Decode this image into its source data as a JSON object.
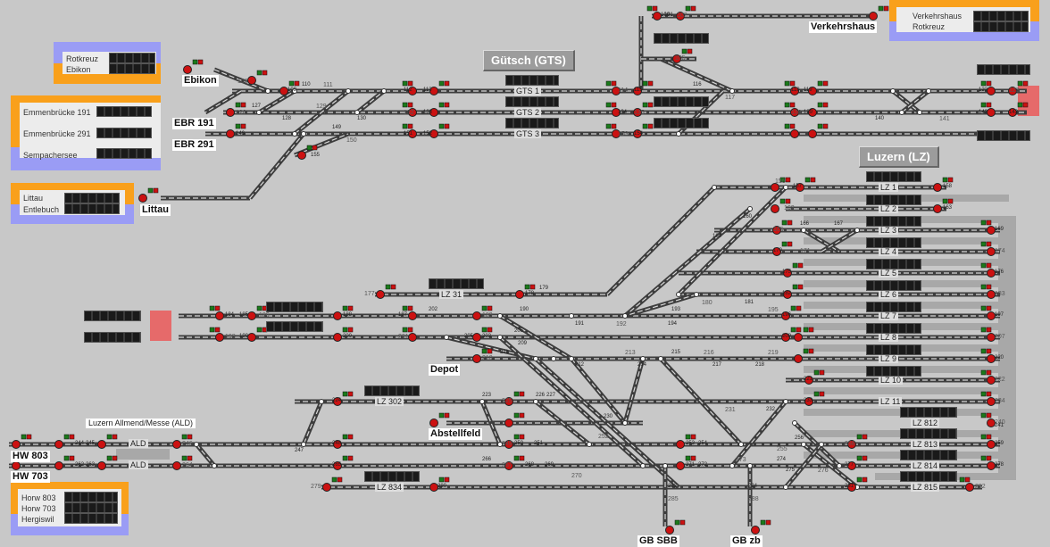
{
  "colors": {
    "background": "#c8c8c8",
    "track": "#3d3d3d",
    "signal_red": "#cc1111",
    "signal_green": "#1b7a1b",
    "panel_orange": "#f9a01b",
    "panel_blue": "#9a9cf5",
    "block_black": "#1a1a1a",
    "buffer_red": "#e66a6a",
    "platform_grey": "#a8a8a8"
  },
  "stations": {
    "gutsch": "Gütsch (GTS)",
    "luzern": "Luzern (LZ)"
  },
  "panels": {
    "rotkreuz_ebikon": [
      "Rotkreuz",
      "Ebikon"
    ],
    "emmenbruecke": [
      "Emmenbrücke 191",
      "Emmenbrücke 291",
      "Sempachersee"
    ],
    "littau": [
      "Littau",
      "Entlebuch"
    ],
    "verkehrshaus": [
      "Verkehrshaus",
      "Rotkreuz"
    ],
    "horw": [
      "Horw 803",
      "Horw 703",
      "Hergiswil"
    ]
  },
  "endpoints": {
    "ebikon": "Ebikon",
    "ebr191": "EBR 191",
    "ebr291": "EBR 291",
    "littau": "Littau",
    "verkehrshaus": "Verkehrshaus",
    "hw803": "HW 803",
    "hw703": "HW 703",
    "gbsbb": "GB SBB",
    "gbzb": "GB zb",
    "depot": "Depot",
    "abstellfeld": "Abstellfeld"
  },
  "track_labels": {
    "gts1": "GTS 1",
    "gts2": "GTS 2",
    "gts3": "GTS 3",
    "lz31": "LZ 31",
    "lz302": "LZ 302",
    "lz834": "LZ 834",
    "ald1": "ALD",
    "ald2": "ALD",
    "ald_full": "Luzern Allmend/Messe (ALD)",
    "lz_tracks": [
      "LZ 1",
      "LZ 2",
      "LZ 3",
      "LZ 4",
      "LZ 5",
      "LZ 6",
      "LZ 7",
      "LZ 8",
      "LZ 9",
      "LZ 10",
      "LZ 11"
    ],
    "lz8xx": [
      "LZ 812",
      "LZ 813",
      "LZ 814",
      "LZ 815"
    ]
  },
  "signal_numbers": [
    "100",
    "101",
    "102",
    "105",
    "108",
    "109",
    "110",
    "111",
    "112",
    "113",
    "114",
    "115",
    "116",
    "117",
    "118",
    "119",
    "122",
    "123",
    "126",
    "127",
    "128",
    "129",
    "130",
    "132",
    "133",
    "134",
    "135",
    "136",
    "137",
    "138",
    "139",
    "140",
    "141",
    "142",
    "143",
    "146",
    "149",
    "150",
    "151",
    "152",
    "153",
    "154",
    "155",
    "156",
    "157",
    "158",
    "160",
    "162",
    "163",
    "164",
    "165",
    "166",
    "167",
    "169",
    "170",
    "171",
    "174",
    "175",
    "176",
    "177",
    "178",
    "179",
    "180",
    "181",
    "182",
    "183",
    "184",
    "185",
    "186",
    "187",
    "188",
    "189",
    "190",
    "191",
    "192",
    "193",
    "194",
    "195",
    "196",
    "197",
    "198",
    "199",
    "200",
    "201",
    "202",
    "203",
    "205",
    "206",
    "207",
    "208",
    "209",
    "210",
    "211",
    "212",
    "213",
    "214",
    "215",
    "216",
    "217",
    "218",
    "219",
    "220",
    "221",
    "222",
    "223",
    "224",
    "225",
    "226",
    "227",
    "230",
    "231",
    "232",
    "233",
    "234",
    "240",
    "241",
    "244",
    "245",
    "246",
    "247",
    "248",
    "249",
    "250",
    "251",
    "252",
    "253",
    "254",
    "255",
    "256",
    "258",
    "259",
    "262",
    "263",
    "264",
    "265",
    "266",
    "267",
    "268",
    "269",
    "270",
    "271",
    "272",
    "273",
    "274",
    "275",
    "276",
    "277",
    "278",
    "279",
    "280",
    "281",
    "282",
    "283",
    "284",
    "285",
    "288"
  ]
}
